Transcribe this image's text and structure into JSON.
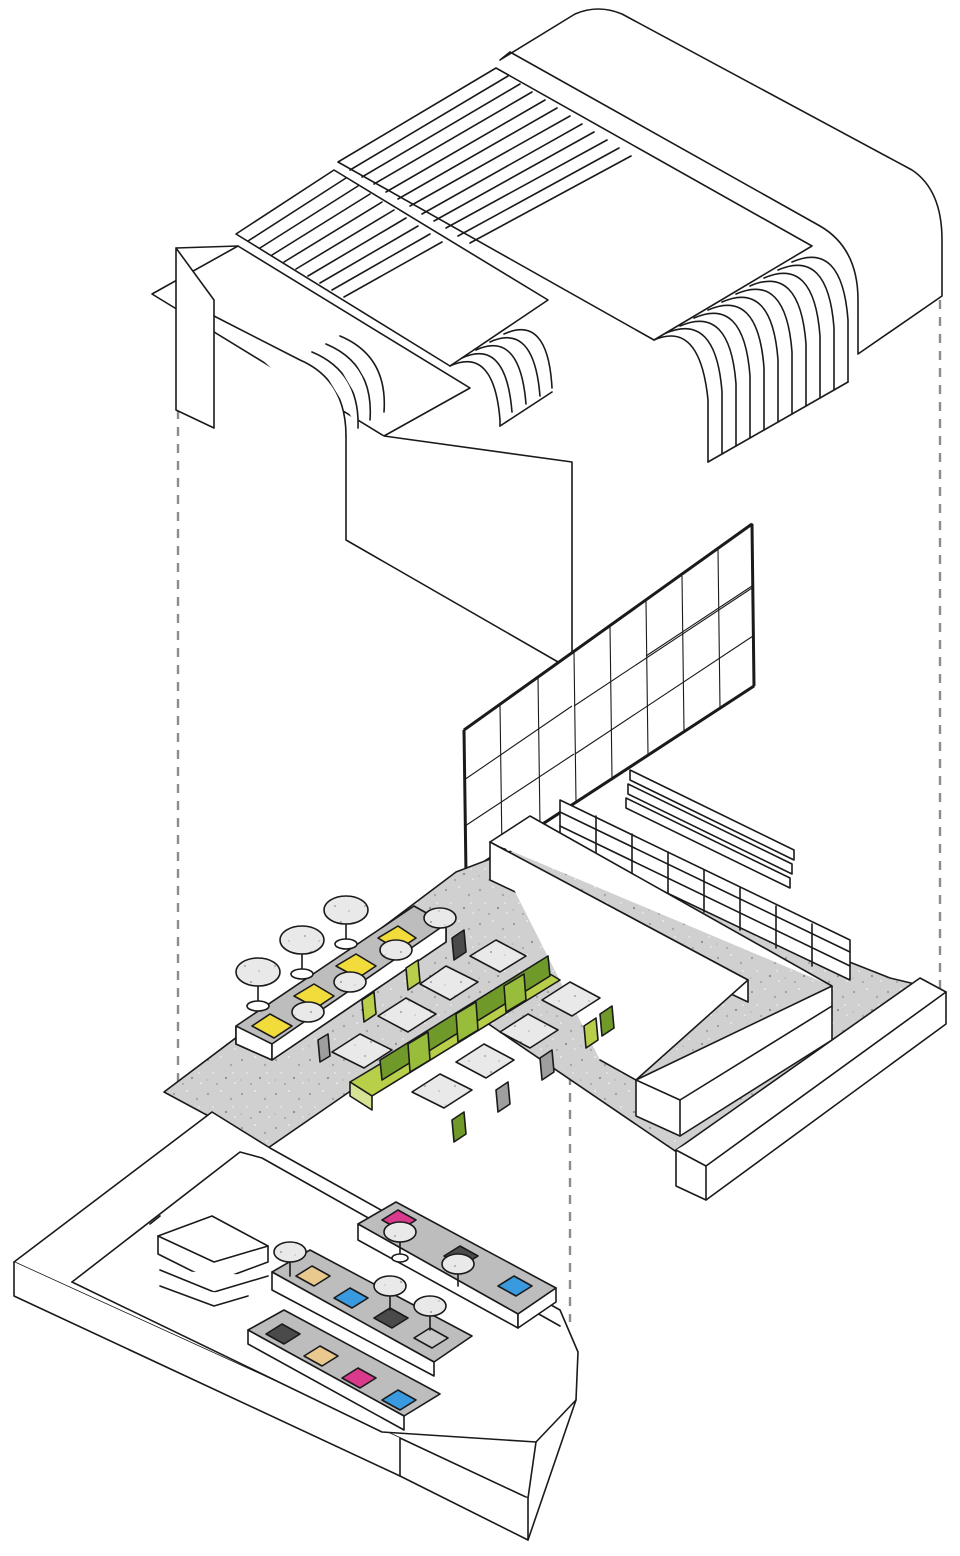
{
  "diagram": {
    "kind": "exploded axonometric",
    "labels": [],
    "colors": {
      "line": "#1a1a1a",
      "guide": "#8c8c8c",
      "terrazzo": "#d0d0d0",
      "counter_grey": "#bdbdbd",
      "yellow": "#f2dc3c",
      "lime": "#b8cf4a",
      "olive": "#6f9a2a",
      "dark_grey": "#4a4a4a",
      "magenta": "#d93a8c",
      "sky_blue": "#3a9ae0",
      "tan": "#e9c98e",
      "light_grey": "#c9c9c9"
    },
    "layers": [
      {
        "id": "ceiling",
        "description_icon": "ribbed-curved-ceiling"
      },
      {
        "id": "window-wall",
        "description_icon": "grid-window-frame"
      },
      {
        "id": "cafe-floor",
        "description_icon": "terrazzo-floor-seating"
      },
      {
        "id": "lower-lounge",
        "description_icon": "sunken-lounge-benches"
      }
    ],
    "swatches": {
      "cafe_bench": [
        "yellow",
        "yellow",
        "yellow",
        "yellow"
      ],
      "lounge_upper": [
        "magenta",
        "dark_grey",
        "sky_blue"
      ],
      "lounge_middle": [
        "tan",
        "sky_blue",
        "dark_grey",
        "light_grey"
      ],
      "lounge_lower": [
        "dark_grey",
        "tan",
        "magenta",
        "sky_blue"
      ]
    }
  }
}
